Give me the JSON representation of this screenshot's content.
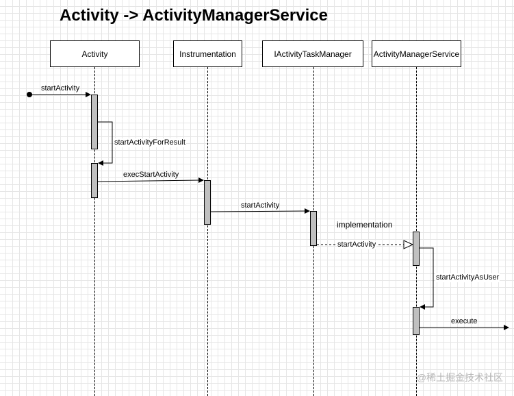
{
  "title": "Activity -> ActivityManagerService",
  "participants": [
    {
      "label": "Activity"
    },
    {
      "label": "Instrumentation"
    },
    {
      "label": "IActivityTaskManager"
    },
    {
      "label": "ActivityManagerService"
    }
  ],
  "messages": {
    "start": "startActivity",
    "self_call": "startActivityForResult",
    "exec": "execStartActivity",
    "to_atm": "startActivity",
    "implementation_note": "implementation",
    "realization": "startActivity",
    "self_call_ams": "startActivityAsUser",
    "execute": "execute"
  },
  "watermark": "@稀土掘金技术社区"
}
